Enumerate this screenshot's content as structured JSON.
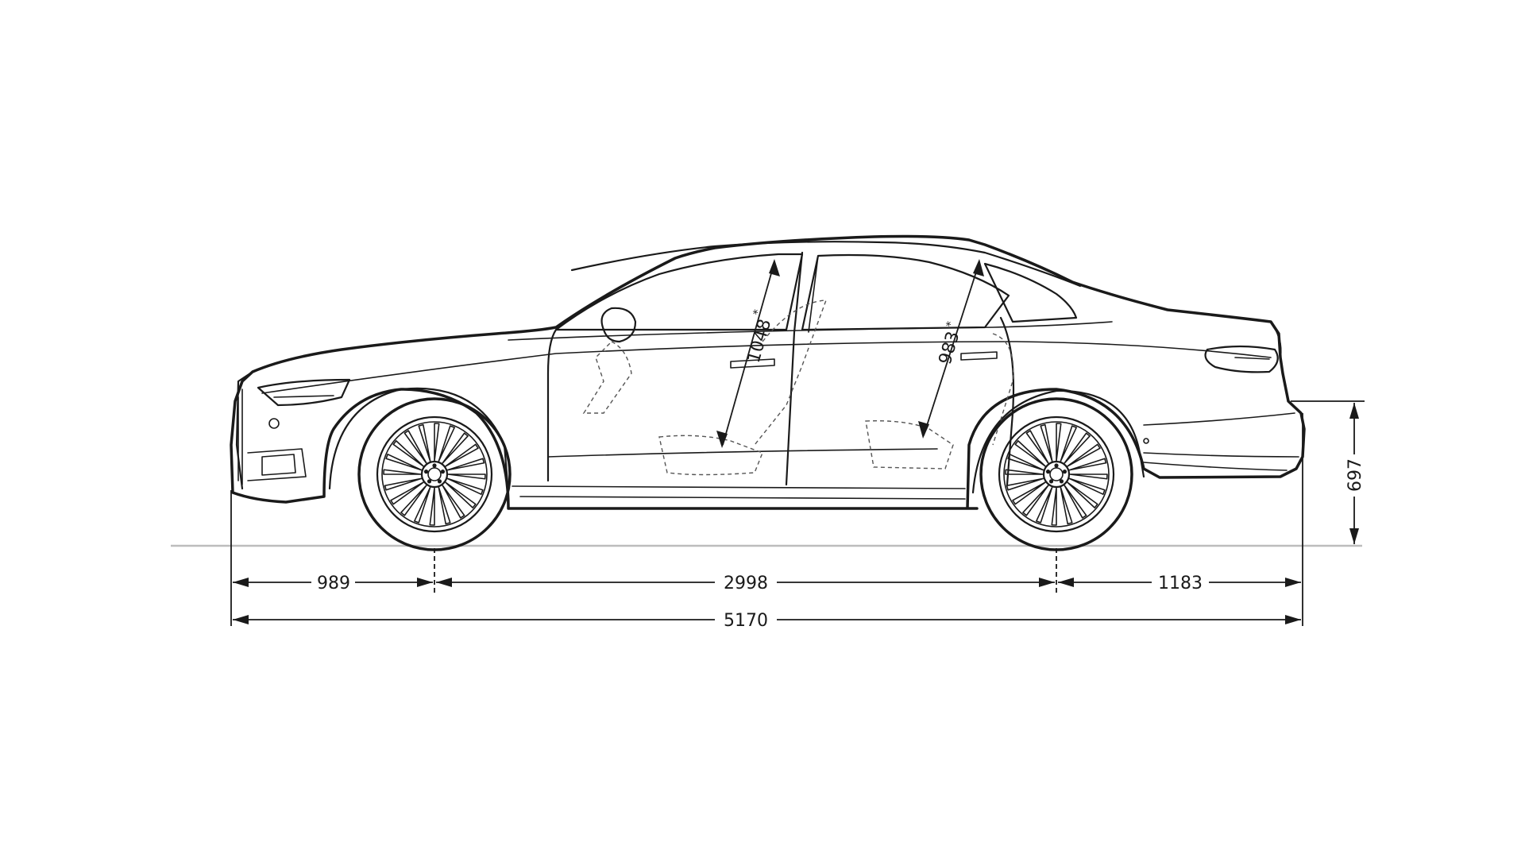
{
  "drawing": {
    "front_overhang": "989",
    "wheelbase": "2998",
    "rear_overhang": "1183",
    "overall_length": "5170",
    "trunk_lip_height": "697",
    "front_headroom": "1048",
    "rear_headroom": "983",
    "footnote_mark": "*"
  },
  "colors": {
    "ink": "#1a1a1a",
    "ground": "#bdbdbd",
    "background": "#ffffff"
  }
}
